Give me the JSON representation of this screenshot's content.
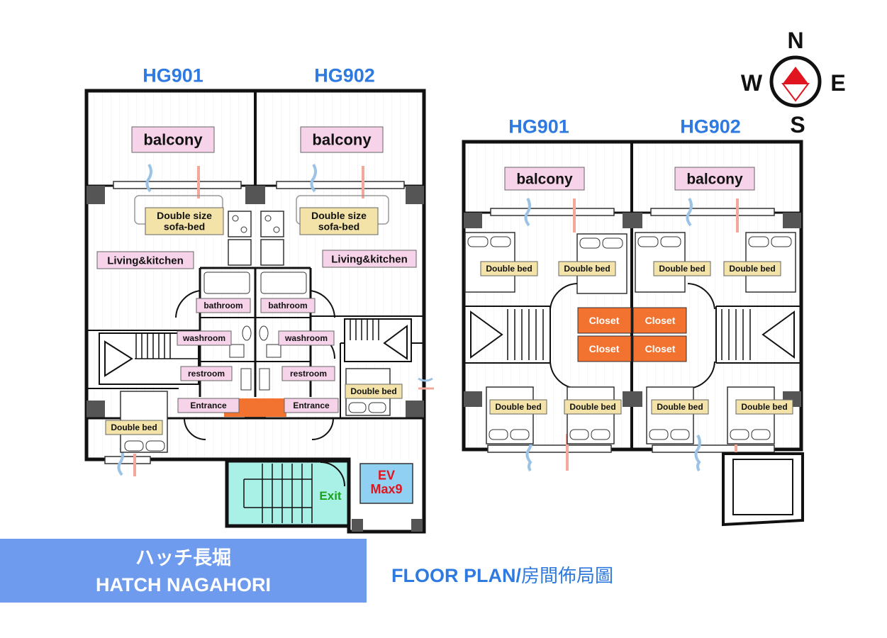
{
  "units": {
    "left": "HG901",
    "right": "HG902"
  },
  "rooms": {
    "balcony": "balcony",
    "sofa_bed": [
      "Double size",
      "sofa-bed"
    ],
    "living": "Living&kitchen",
    "bathroom": "bathroom",
    "washroom": "washroom",
    "restroom": "restroom",
    "entrance": "Entrance",
    "double_bed": "Double bed",
    "closet": "Closet",
    "exit": "Exit",
    "ev": [
      "EV",
      "Max9"
    ]
  },
  "compass": {
    "n": "N",
    "s": "S",
    "e": "E",
    "w": "W"
  },
  "banner": {
    "line1": "ハッチ長堀",
    "line2": "HATCH NAGAHORI"
  },
  "plan_title": {
    "en": "FLOOR PLAN/",
    "zh": "房間佈局圖"
  },
  "colors": {
    "unit_label": "#2e7ae0",
    "room_label_bg": "#f7d3ea",
    "bed_label_bg": "#f3e3a8",
    "closet": "#f2722f",
    "stair": "#a9f0e6",
    "ev": "#8fd0f3",
    "banner": "#6e9bed",
    "exit_text": "#1aa31a",
    "ev_text": "#e0151f"
  }
}
